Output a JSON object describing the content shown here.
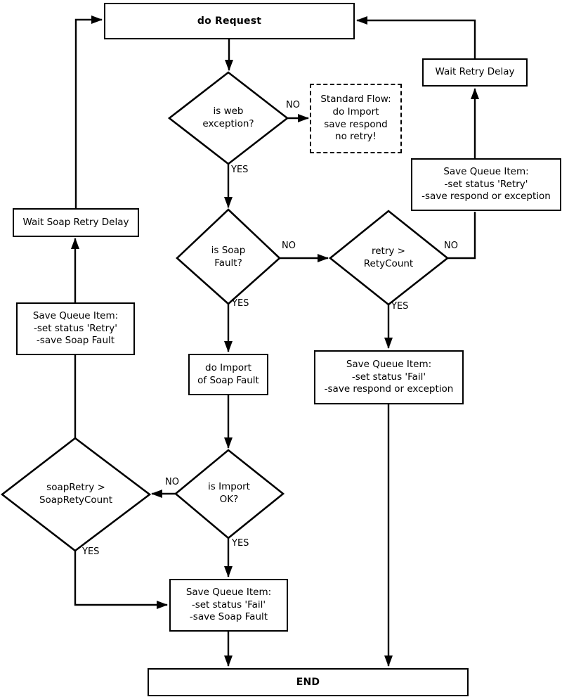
{
  "diagram": {
    "type": "flowchart",
    "colors": {
      "line": "#000000",
      "node_fill": "#ffffff",
      "background": "#ffffff",
      "text": "#000000"
    },
    "nodes": {
      "do_request": {
        "label": "do Request"
      },
      "is_web_exception": {
        "label": "is web\nexception?"
      },
      "standard_flow": {
        "label": "Standard Flow:\ndo Import\nsave respond\nno retry!"
      },
      "wait_retry_delay": {
        "label": "Wait Retry Delay"
      },
      "save_retry_respond": {
        "label": "Save Queue Item:\n-set status 'Retry'\n-save respond or exception"
      },
      "wait_soap_retry_delay": {
        "label": "Wait Soap Retry Delay"
      },
      "is_soap_fault": {
        "label": "is Soap\nFault?"
      },
      "retry_gt_retycount": {
        "label": "retry >\nRetyCount"
      },
      "save_retry_soap": {
        "label": "Save Queue Item:\n-set status 'Retry'\n-save Soap Fault"
      },
      "do_import_soap": {
        "label": "do Import\nof Soap Fault"
      },
      "save_fail_respond": {
        "label": "Save Queue Item:\n-set status 'Fail'\n-save respond or exception"
      },
      "soapretry_gt_soapretycount": {
        "label": "soapRetry >\nSoapRetyCount"
      },
      "is_import_ok": {
        "label": "is Import\nOK?"
      },
      "save_fail_soap": {
        "label": "Save Queue Item:\n-set status 'Fail'\n-save Soap Fault"
      },
      "end": {
        "label": "END"
      }
    },
    "edge_labels": {
      "yes": "YES",
      "no": "NO"
    }
  }
}
